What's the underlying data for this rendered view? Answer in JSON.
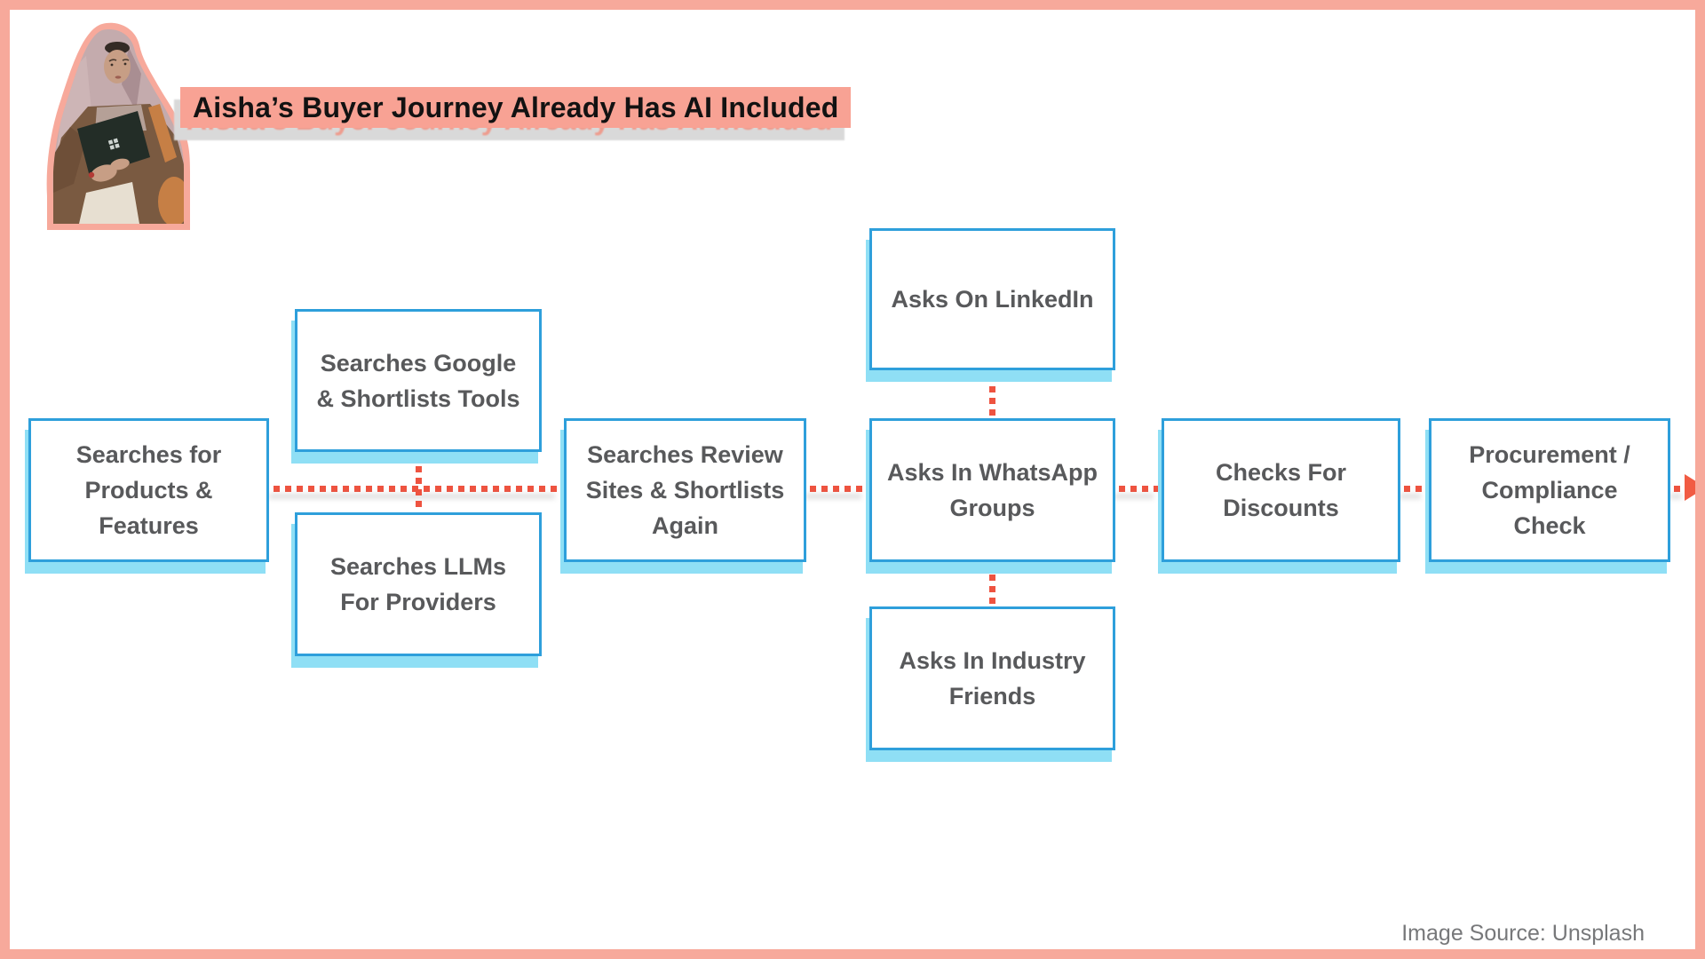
{
  "slide": {
    "title": "Aisha’s Buyer Journey Already Has AI Included",
    "image_credit": "Image Source: Unsplash"
  },
  "photo": {
    "name": "woman-in-hijab-holding-laptop-cutout"
  },
  "colors": {
    "frame": "#F7A99B",
    "title_highlight": "#F8A294",
    "title_reflection_bg": "#D9D9D9",
    "box_border": "#2E9FDB",
    "box_shadow": "#8FDFF5",
    "box_text": "#58595B",
    "connector_dots": "#EE5340",
    "arrow": "#F15B43",
    "credit_text": "#77787A"
  },
  "flow": {
    "boxes": [
      {
        "id": "searches-products",
        "label": "Searches for\nProducts &\nFeatures"
      },
      {
        "id": "searches-google",
        "label": "Searches Google\n& Shortlists Tools"
      },
      {
        "id": "searches-llms",
        "label": "Searches LLMs\nFor Providers"
      },
      {
        "id": "searches-review",
        "label": "Searches Review\nSites & Shortlists\nAgain"
      },
      {
        "id": "asks-linkedin",
        "label": "Asks On LinkedIn"
      },
      {
        "id": "asks-whatsapp",
        "label": "Asks In WhatsApp\nGroups"
      },
      {
        "id": "asks-friends",
        "label": "Asks In Industry\nFriends"
      },
      {
        "id": "checks-discounts",
        "label": "Checks For\nDiscounts"
      },
      {
        "id": "procurement-check",
        "label": "Procurement /\nCompliance\nCheck"
      }
    ],
    "main_sequence": [
      "Searches for Products & Features",
      "Searches Review Sites & Shortlists Again",
      "Asks In WhatsApp Groups",
      "Checks For Discounts",
      "Procurement / Compliance Check"
    ],
    "branches": {
      "from_search": [
        "Searches Google & Shortlists Tools",
        "Searches LLMs For Providers"
      ],
      "from_asks": [
        "Asks On LinkedIn",
        "Asks In Industry Friends"
      ]
    }
  }
}
